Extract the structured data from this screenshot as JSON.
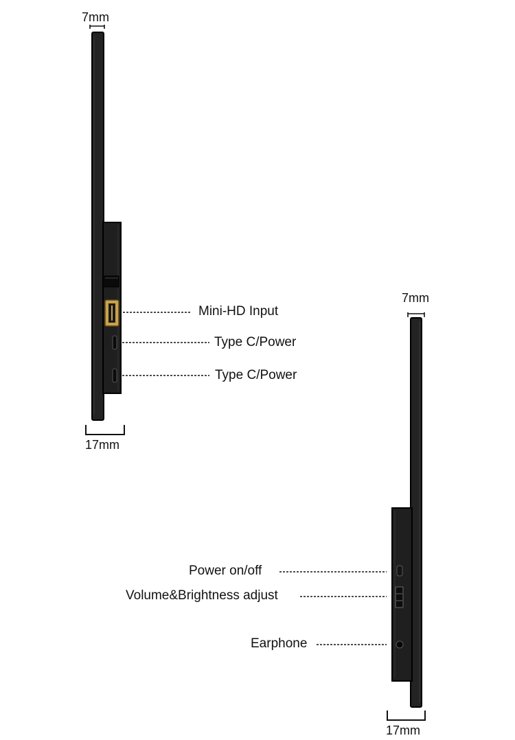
{
  "top_view": {
    "thickness_top": "7mm",
    "thickness_bottom": "17mm",
    "ports": [
      {
        "label": "Mini-HD Input",
        "icon": "hdmi-port-icon"
      },
      {
        "label": "Type C/Power",
        "icon": "usb-c-port-icon"
      },
      {
        "label": "Type C/Power",
        "icon": "usb-c-port-icon"
      }
    ]
  },
  "bottom_view": {
    "thickness_top": "7mm",
    "thickness_bottom": "17mm",
    "controls": [
      {
        "label": "Power on/off",
        "icon": "power-button-icon"
      },
      {
        "label": "Volume&Brightness adjust",
        "icon": "rocker-switch-icon"
      },
      {
        "label": "Earphone",
        "icon": "earphone-jack-icon"
      }
    ]
  },
  "colors": {
    "body": "#232323",
    "body_edge": "#000000",
    "hdmi_gold": "#c9a24a",
    "leader": "#111111"
  }
}
